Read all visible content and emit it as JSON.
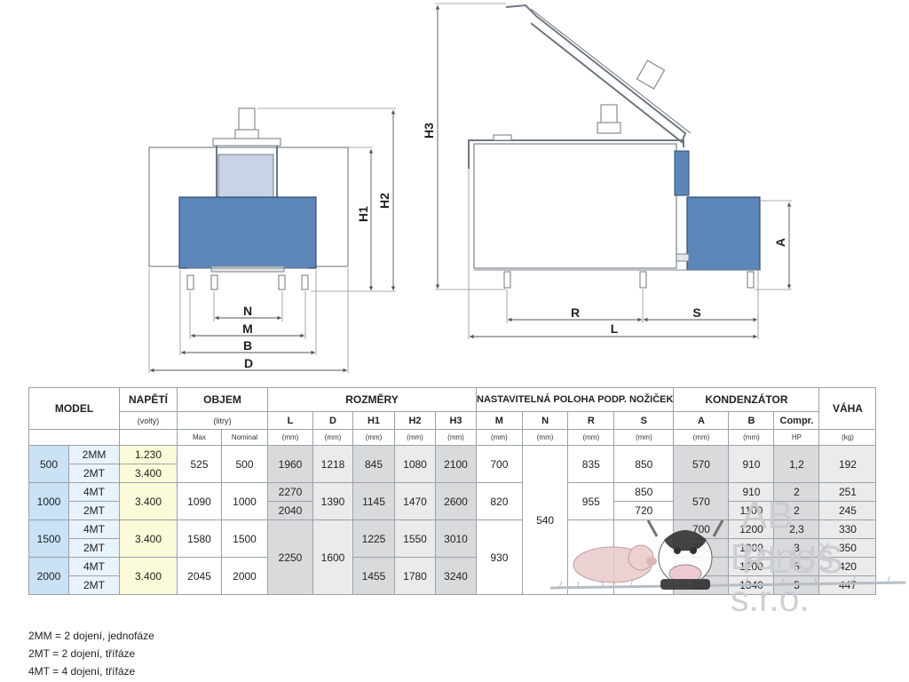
{
  "dimension_labels": {
    "N": "N",
    "M": "M",
    "B": "B",
    "D": "D",
    "H1": "H1",
    "H2": "H2",
    "H3": "H3",
    "R": "R",
    "S": "S",
    "L": "L",
    "A": "A"
  },
  "table": {
    "groups": {
      "model": "MODEL",
      "napeti": "NAPĚTÍ",
      "objem": "OBJEM",
      "rozmery": "ROZMĚRY",
      "poloha": "NASTAVITELNÁ POLOHA PODP. NOŽIČEK",
      "kondenzator": "KONDENZÁTOR",
      "vaha": "VÁHA"
    },
    "units_row2": {
      "volty": "(volty)",
      "litry": "(litry)"
    },
    "cols": {
      "L": "L",
      "D": "D",
      "H1": "H1",
      "H2": "H2",
      "H3": "H3",
      "M": "M",
      "N": "N",
      "R": "R",
      "S": "S",
      "A": "A",
      "B": "B",
      "Compr": "Compr."
    },
    "units_row3": {
      "max": "Max",
      "nominal": "Nominal",
      "mm": "(mm)",
      "hp": "HP",
      "kg": "(kg)"
    },
    "rows": [
      {
        "model": "500",
        "type": "2MM",
        "volt": "1.230",
        "max": "525",
        "nominal": "500",
        "L": "1960",
        "D": "1218",
        "H1": "845",
        "H2": "1080",
        "H3": "2100",
        "M": "700",
        "R": "835",
        "S": "850",
        "A": "570",
        "B": "910",
        "compr": "1,2",
        "vaha": "192"
      },
      {
        "type": "2MT",
        "volt": "3.400"
      },
      {
        "model": "1000",
        "type_a": "4MT",
        "type_b": "2MT",
        "volt": "3.400",
        "max": "1090",
        "nominal": "1000",
        "L_a": "2270",
        "L_b": "2040",
        "D": "1390",
        "H1": "1145",
        "H2": "1470",
        "H3": "2600",
        "M": "820",
        "N": "540",
        "R": "955",
        "S_a": "850",
        "S_b": "720",
        "A": "570",
        "B_a": "910",
        "B_b": "1100",
        "compr_a": "2",
        "compr_b": "2",
        "vaha_a": "251",
        "vaha_b": "245"
      },
      {
        "model": "1500",
        "type_a": "4MT",
        "type_b": "2MT",
        "volt": "3.400",
        "max": "1580",
        "nominal": "1500",
        "L": "2250",
        "D": "1600",
        "H1": "1225",
        "H2": "1550",
        "H3": "3010",
        "M": "930",
        "A_a": "700",
        "A_b": "700",
        "B_a": "1200",
        "B_b": "1300",
        "compr_a": "2,3",
        "compr_b": "3",
        "vaha_a": "330",
        "vaha_b": "350"
      },
      {
        "model": "2000",
        "type_a": "4MT",
        "type_b": "2MT",
        "volt": "3.400",
        "max": "2045",
        "nominal": "2000",
        "H1": "1455",
        "H2": "1780",
        "H3": "3240",
        "A_b": "850",
        "B_a": "1200",
        "B_b": "1340",
        "compr_a": "5",
        "compr_b": "5",
        "vaha_a": "420",
        "vaha_b": "447"
      }
    ]
  },
  "notes": [
    "2MM = 2 dojení, jednofáze",
    "2MT = 2 dojení, třífáze",
    "4MT = 4 dojení, třífáze"
  ],
  "logo": {
    "line1": "AB PLUS",
    "line2": "Beneš s.r.o."
  },
  "icons": [
    "cow-icon",
    "pig-icon",
    "grass-icon"
  ]
}
